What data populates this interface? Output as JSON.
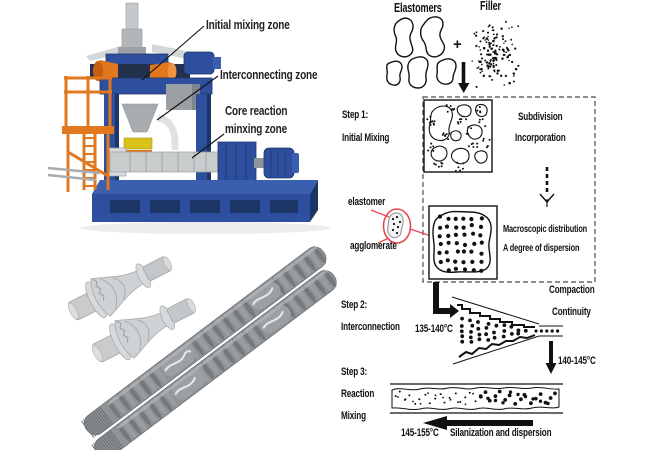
{
  "machine": {
    "label_initial": "Initial mixing zone",
    "label_interconnecting": "Interconnecting zone",
    "label_core_line1": "Core reaction",
    "label_core_line2": "minxing zone"
  },
  "ingredients": {
    "elastomers": "Elastomers",
    "filler": "Filler",
    "plus": "+"
  },
  "step1": {
    "title_line1": "Step 1:",
    "title_line2": "Initial Mixing",
    "subdivision": "Subdivision",
    "incorporation": "Incorporation",
    "annotation_elastomer": "elastomer",
    "annotation_agglomerate": "agglomerate",
    "macroscopic": "Macroscopic distribution",
    "dispersion": "A degree of dispersion"
  },
  "step2": {
    "title_line1": "Step 2:",
    "title_line2": "Interconnection",
    "temperature": "135-140°C",
    "compaction": "Compaction",
    "continuity": "Continuity",
    "temperature_out": "140-145°C"
  },
  "step3": {
    "title_line1": "Step 3:",
    "title_line2": "Reaction",
    "title_line3": "Mixing",
    "temperature": "145-155°C",
    "process": "Silanization and dispersion"
  },
  "colors": {
    "machine_blue": "#2e4f9e",
    "machine_blue_dark": "#1d3668",
    "machine_orange": "#e1771f",
    "steel_grey": "#c9cccd",
    "screw_grey": "#8f9396",
    "annotation_red": "#e8474f",
    "ink": "#111111"
  }
}
